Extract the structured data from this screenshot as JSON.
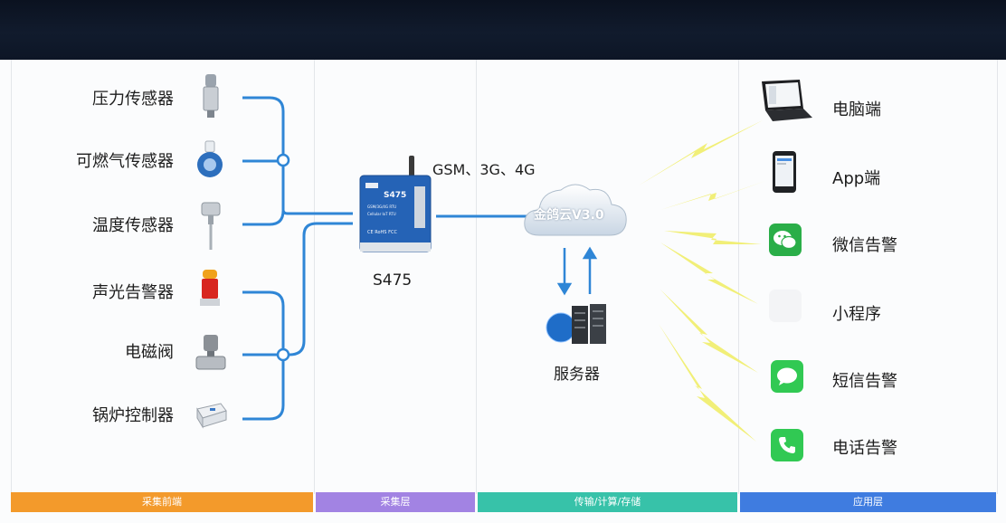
{
  "sensors": [
    "压力传感器",
    "可燃气传感器",
    "温度传感器",
    "声光告警器",
    "电磁阀",
    "锅炉控制器"
  ],
  "network_label": "GSM、3G、4G",
  "device": {
    "name": "S475",
    "panel_model": "S475",
    "panel_lines": [
      "GSM/3G/4G RTU",
      "Cellular IoT RTU"
    ],
    "panel_cert": "CE RoHS FCC"
  },
  "cloud_label": "金鸽云V3.0",
  "server_label": "服务器",
  "apps": [
    "电脑端",
    "App端",
    "微信告警",
    "小程序",
    "短信告警",
    "电话告警"
  ],
  "footer": [
    "采集前端",
    "采集层",
    "传输/计算/存储",
    "应用层"
  ],
  "colors": {
    "footer_front": "#f39a2b",
    "footer_collect": "#a283e3",
    "footer_transfer": "#37c2a9",
    "footer_app": "#3f7ce0",
    "wire": "#2f86d6",
    "lightning": "#f1ee6a"
  }
}
